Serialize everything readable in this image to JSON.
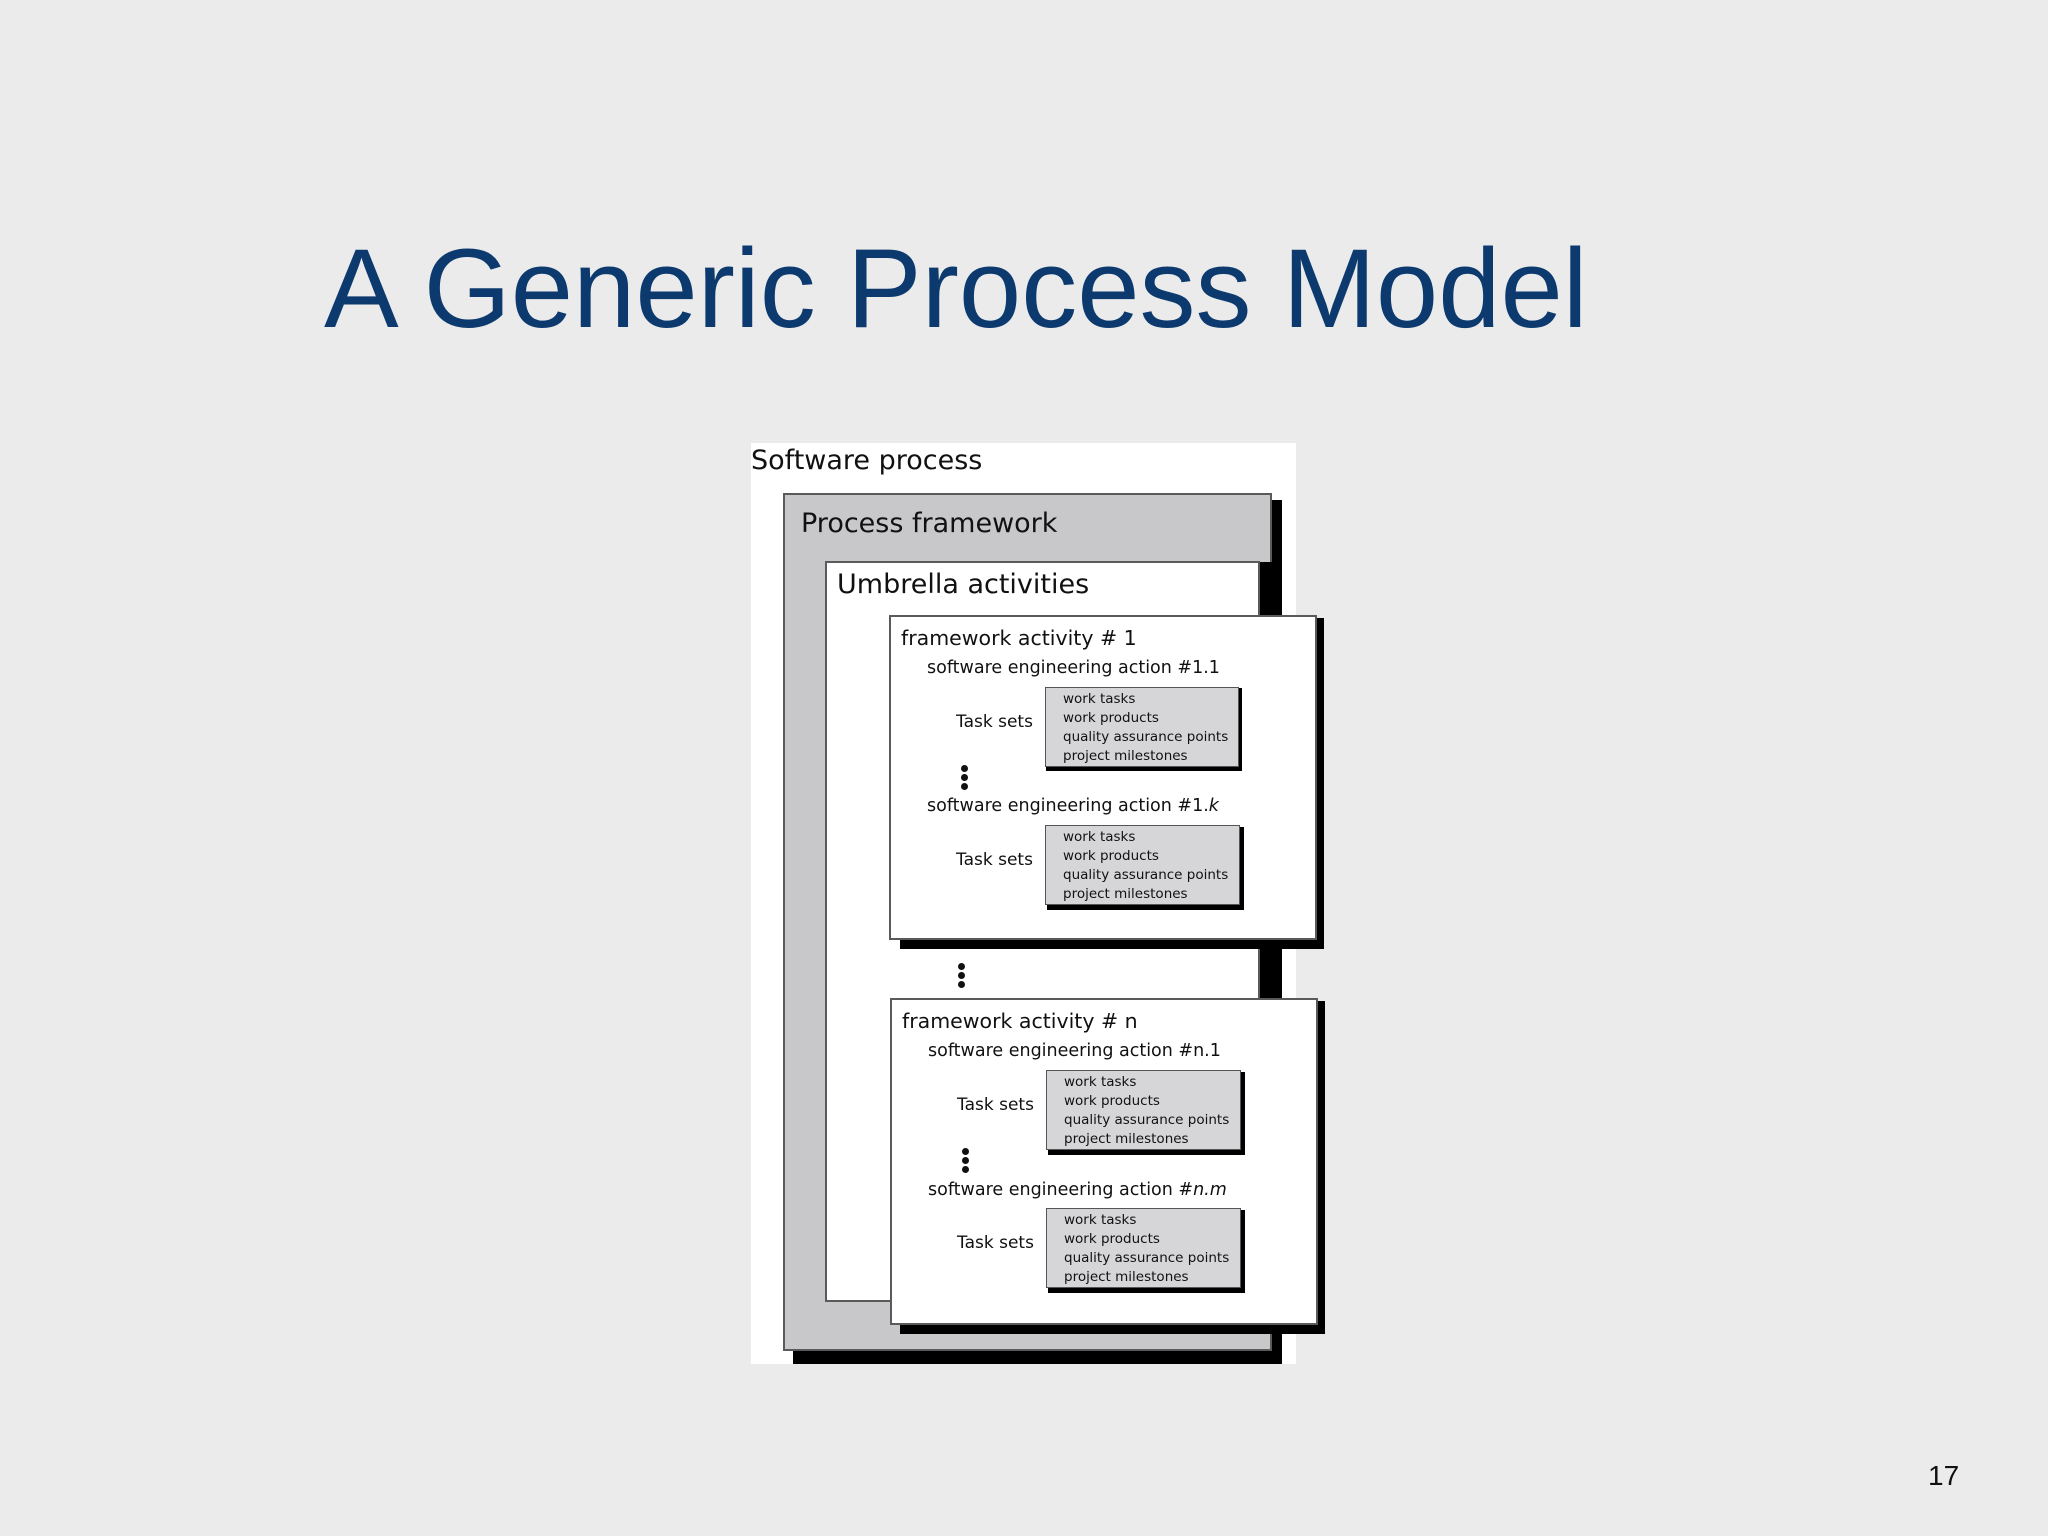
{
  "slide": {
    "title": "A Generic Process Model",
    "page_number": "17"
  },
  "diagram": {
    "software_process_label": "Software process",
    "process_framework_label": "Process framework",
    "umbrella_activities_label": "Umbrella activities",
    "task_sets_label": "Task sets",
    "task_set_items": [
      "work tasks",
      "work products",
      "quality assurance points",
      "project milestones"
    ],
    "activities": [
      {
        "title": "framework activity # 1",
        "actions": [
          {
            "prefix": "software engineering action #1.",
            "suffix": "1"
          },
          {
            "prefix": "software engineering action #1.",
            "suffix": "k"
          }
        ]
      },
      {
        "title": "framework activity # n",
        "actions": [
          {
            "prefix": "software engineering action #",
            "suffix": "n.1"
          },
          {
            "prefix": "software engineering action #",
            "suffix": "n.m"
          }
        ]
      }
    ]
  }
}
